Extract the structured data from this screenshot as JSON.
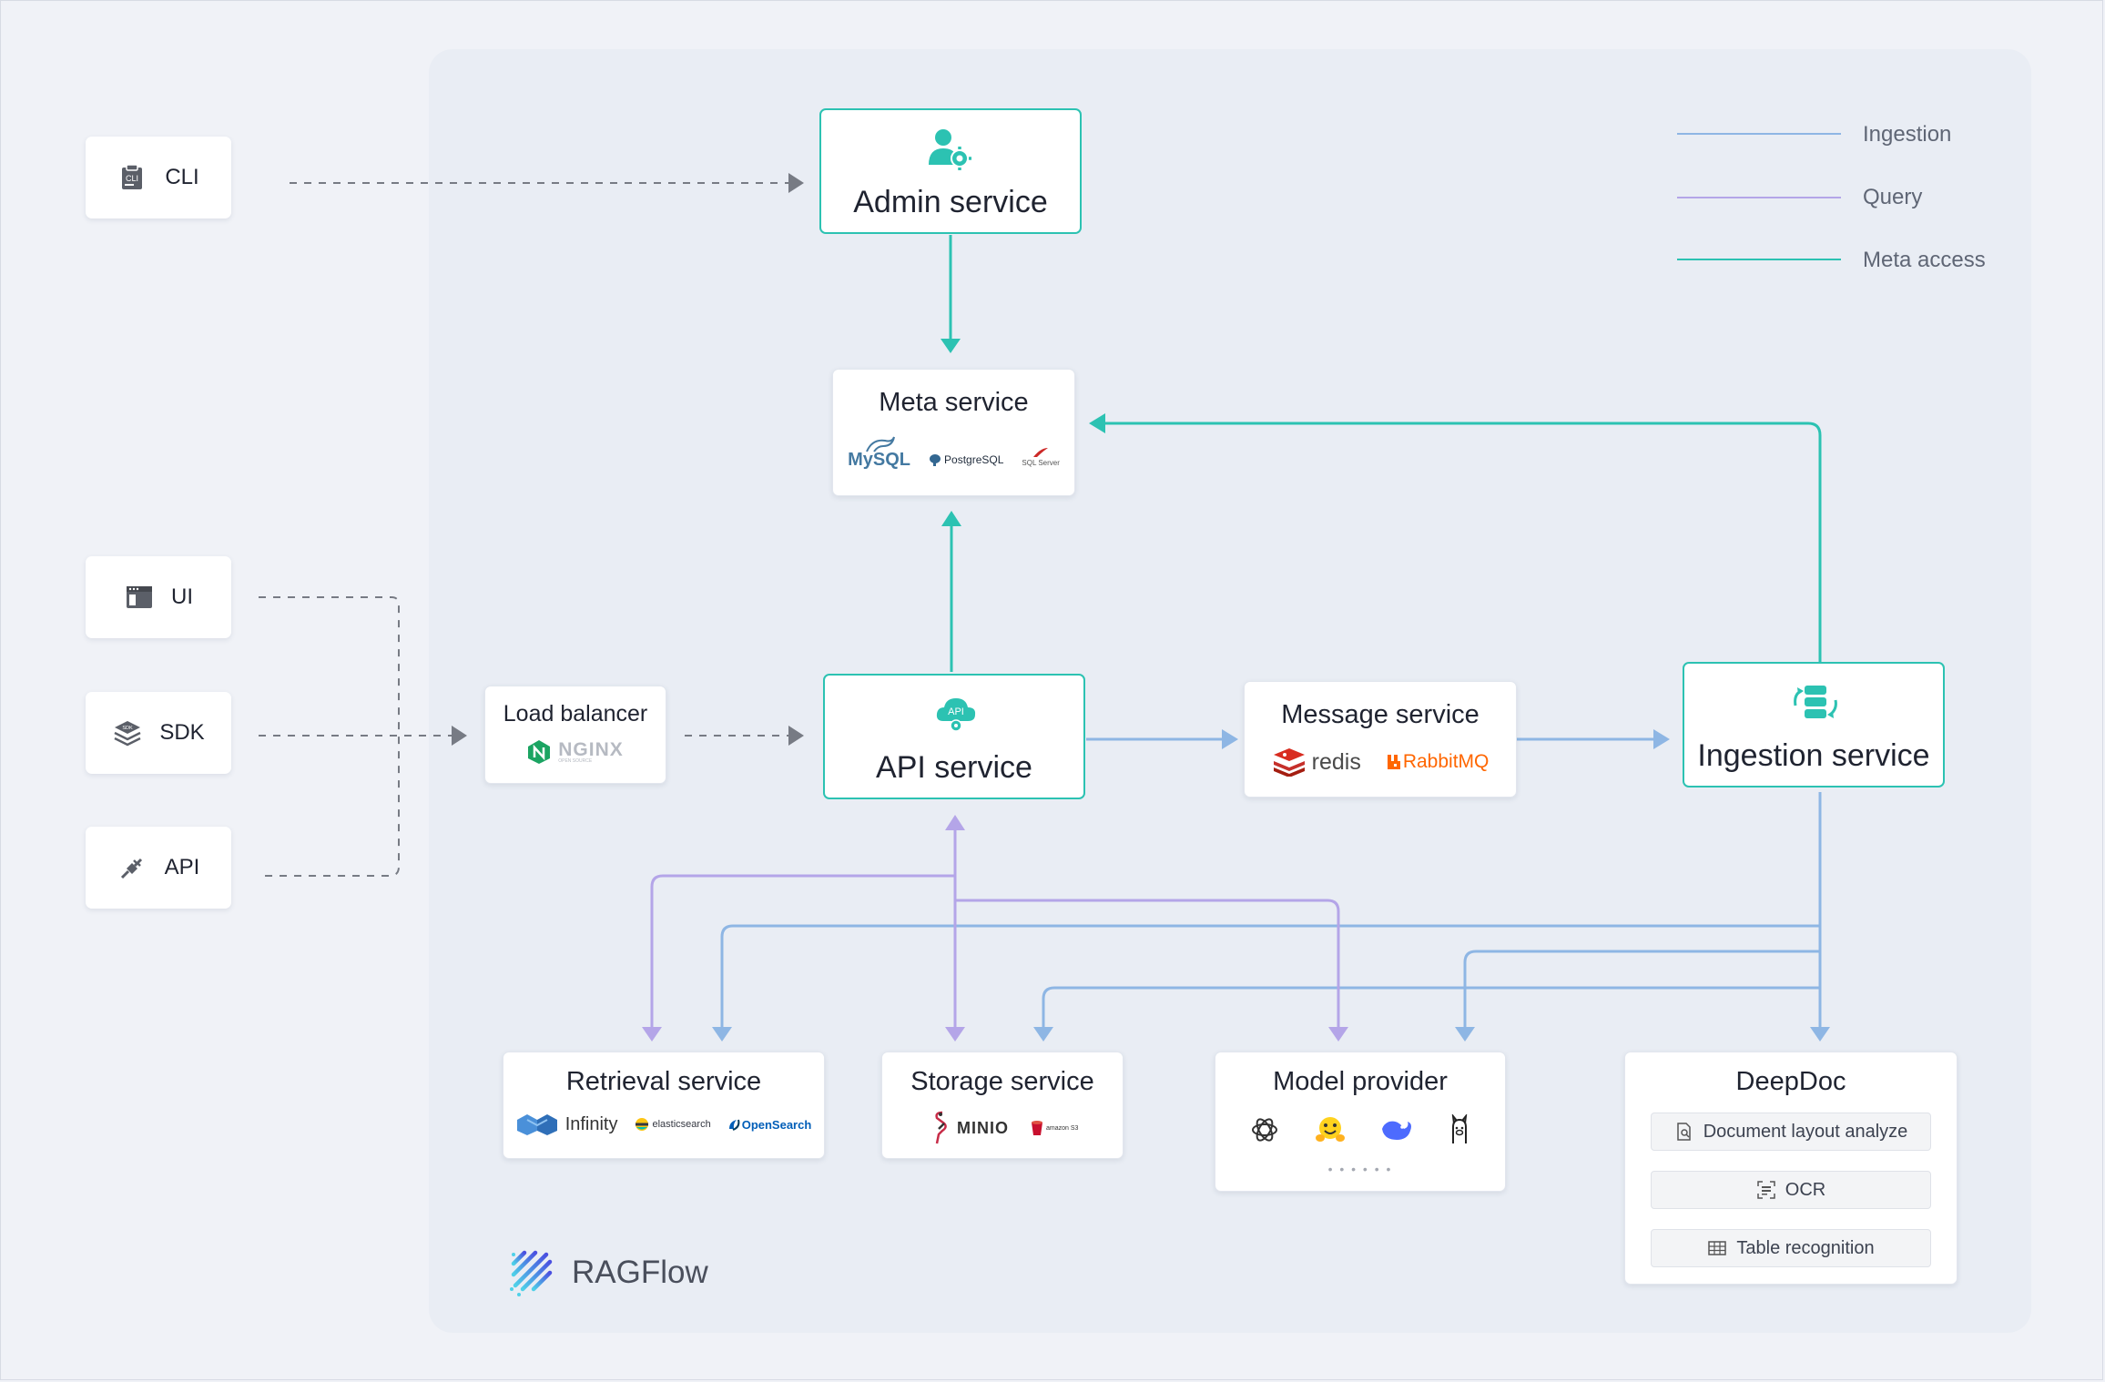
{
  "clients": {
    "cli": {
      "label": "CLI",
      "icon": "cli-icon"
    },
    "ui": {
      "label": "UI",
      "icon": "browser-window-icon"
    },
    "sdk": {
      "label": "SDK",
      "icon": "sdk-stack-icon"
    },
    "api": {
      "label": "API",
      "icon": "plug-icon"
    }
  },
  "legend": {
    "ingestion": {
      "label": "Ingestion",
      "color": "#8eb6e4"
    },
    "query": {
      "label": "Query",
      "color": "#b4a5e8"
    },
    "meta_access": {
      "label": "Meta access",
      "color": "#2cc2b2"
    }
  },
  "admin_service": {
    "title": "Admin service",
    "icon": "admin-gear-icon"
  },
  "meta_service": {
    "title": "Meta service",
    "logos": {
      "mysql": "MySQL",
      "postgresql": "PostgreSQL",
      "sqlserver": "SQL Server"
    }
  },
  "load_balancer": {
    "title": "Load balancer",
    "logo": "NGINX",
    "logo_sub": "OPEN SOURCE"
  },
  "api_service": {
    "title": "API service",
    "icon_label": "API"
  },
  "message_service": {
    "title": "Message service",
    "logos": {
      "redis": "redis",
      "rabbitmq": "RabbitMQ"
    }
  },
  "ingestion_service": {
    "title": "Ingestion service",
    "icon": "ingestion-sync-icon"
  },
  "retrieval_service": {
    "title": "Retrieval service",
    "logos": {
      "infinity": "Infinity",
      "elasticsearch": "elasticsearch",
      "opensearch": "OpenSearch"
    }
  },
  "storage_service": {
    "title": "Storage service",
    "logos": {
      "minio": "MINIO",
      "amazon_s3": "amazon S3"
    }
  },
  "model_provider": {
    "title": "Model provider",
    "icons": [
      "openai-icon",
      "huggingface-icon",
      "deepseek-icon",
      "ollama-icon"
    ],
    "more": "• • • • • •"
  },
  "deepdoc": {
    "title": "DeepDoc",
    "items": [
      {
        "label": "Document layout analyze",
        "icon": "document-search-icon"
      },
      {
        "label": "OCR",
        "icon": "ocr-scan-icon"
      },
      {
        "label": "Table recognition",
        "icon": "table-icon"
      }
    ]
  },
  "brand": {
    "name": "RAGFlow"
  },
  "colors": {
    "meta": "#2cc2b2",
    "ingestion": "#8eb6e4",
    "query": "#b4a5e8",
    "dashed": "#777b84"
  }
}
